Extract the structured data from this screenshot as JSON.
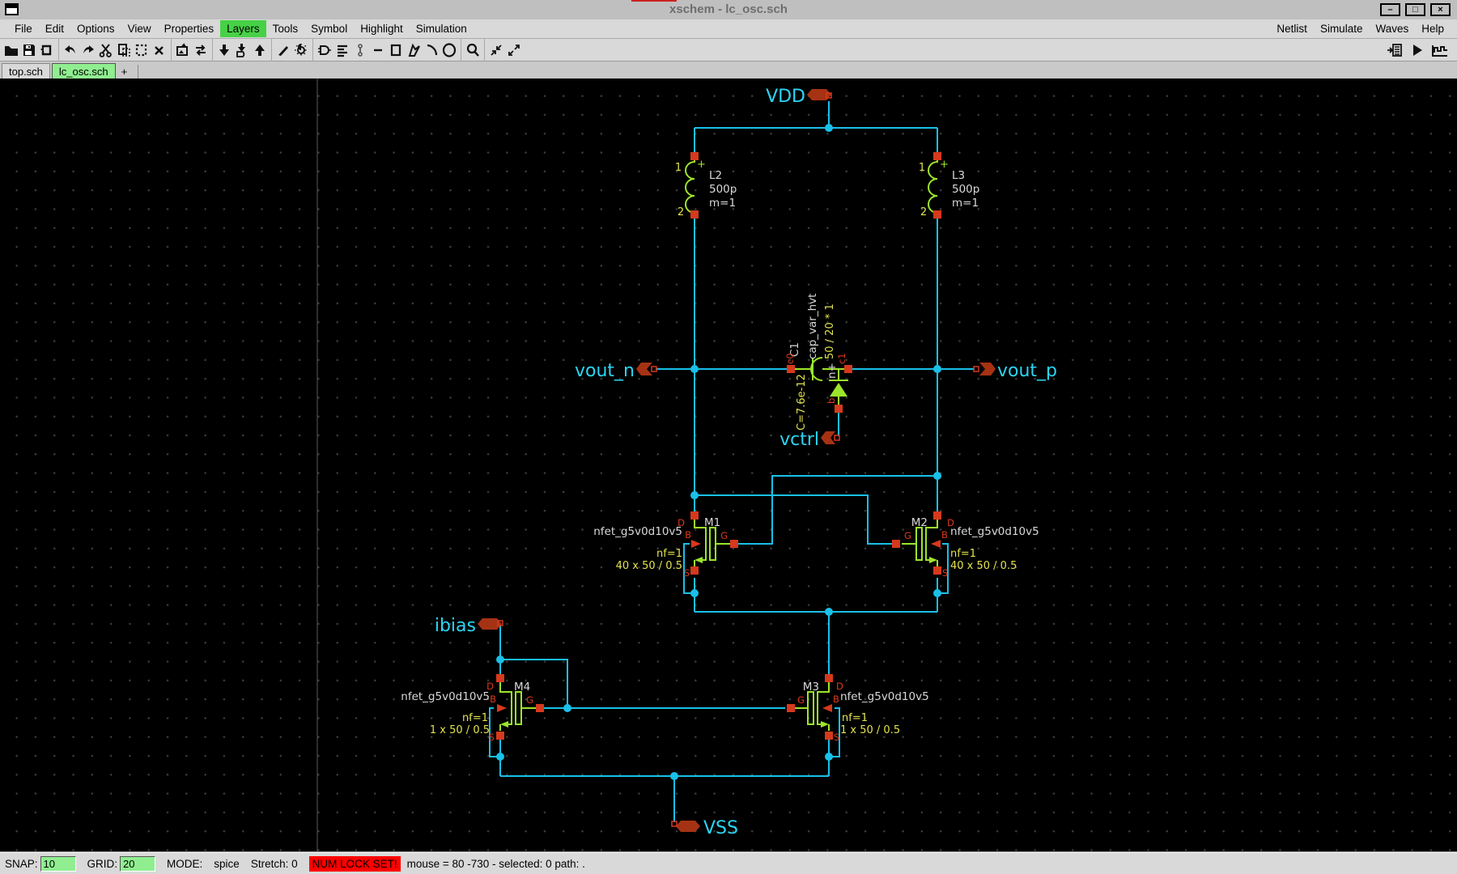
{
  "window": {
    "title": "xschem - lc_osc.sch",
    "controls": {
      "minimize": "–",
      "maximize": "□",
      "close": "×"
    }
  },
  "menu": {
    "left": [
      "File",
      "Edit",
      "Options",
      "View",
      "Properties",
      "Layers",
      "Tools",
      "Symbol",
      "Highlight",
      "Simulation"
    ],
    "active_item": "Layers",
    "right": [
      "Netlist",
      "Simulate",
      "Waves",
      "Help"
    ]
  },
  "toolbar": {
    "icons": [
      "open-file",
      "save",
      "reload",
      "undo",
      "redo",
      "cut",
      "copy",
      "paste",
      "delete",
      "insert-symbol",
      "swap",
      "descend-schematic",
      "descend-symbol",
      "go-back",
      "draw-line",
      "toggle-light",
      "insert-component",
      "netlist-lines",
      "insert-label",
      "draw-dash",
      "draw-rectangle",
      "draw-polygon",
      "draw-arc",
      "draw-circle",
      "zoom-box",
      "zoom-in",
      "zoom-out"
    ],
    "right_icons": [
      "netlist",
      "simulate",
      "waves"
    ]
  },
  "tabs": {
    "items": [
      "top.sch",
      "lc_osc.sch"
    ],
    "active": "lc_osc.sch",
    "new_tab": "+"
  },
  "statusbar": {
    "snap_label": "SNAP:",
    "snap_value": "10",
    "grid_label": "GRID:",
    "grid_value": "20",
    "mode_label": "MODE:",
    "mode_value": "spice",
    "stretch_label": "Stretch: 0",
    "numlock": "NUM LOCK SET!",
    "mouse_info": "mouse = 80 -730 - selected: 0 path: ."
  },
  "schematic": {
    "ports": {
      "vdd": "VDD",
      "vss": "VSS",
      "ibias": "ibias",
      "vout_n": "vout_n",
      "vout_p": "vout_p",
      "vctrl": "vctrl"
    },
    "inductors": [
      {
        "name": "L2",
        "value": "500p",
        "mult": "m=1",
        "pin1": "1",
        "pin2": "2",
        "polarity": "+"
      },
      {
        "name": "L3",
        "value": "500p",
        "mult": "m=1",
        "pin1": "1",
        "pin2": "2",
        "polarity": "+"
      }
    ],
    "varactor": {
      "name": "C1",
      "model": "cap_var_hvt",
      "size": "50 / 20 * 1",
      "capacitance": "C=7.6e-12",
      "well": "n+",
      "pin_c0": "c0",
      "pin_c1": "c1",
      "pin_b": "b"
    },
    "transistors": [
      {
        "name": "M1",
        "model": "nfet_g5v0d10v5",
        "nf": "nf=1",
        "size": "40 x 50 / 0.5"
      },
      {
        "name": "M2",
        "model": "nfet_g5v0d10v5",
        "nf": "nf=1",
        "size": "40 x 50 / 0.5"
      },
      {
        "name": "M4",
        "model": "nfet_g5v0d10v5",
        "nf": "nf=1",
        "size": "1 x 50 / 0.5"
      },
      {
        "name": "M3",
        "model": "nfet_g5v0d10v5",
        "nf": "nf=1",
        "size": "1 x 50 / 0.5"
      }
    ],
    "pin_letters": {
      "d": "D",
      "g": "G",
      "s": "S",
      "b": "B"
    },
    "colors": {
      "wire": "#19c0e8",
      "symbol": "#9ce52c",
      "net_label": "#2bd5f5",
      "pin_box": "#d6391d",
      "port": "#a63214",
      "param_text": "#e2e24e",
      "device_text": "#d8d8d8"
    }
  }
}
